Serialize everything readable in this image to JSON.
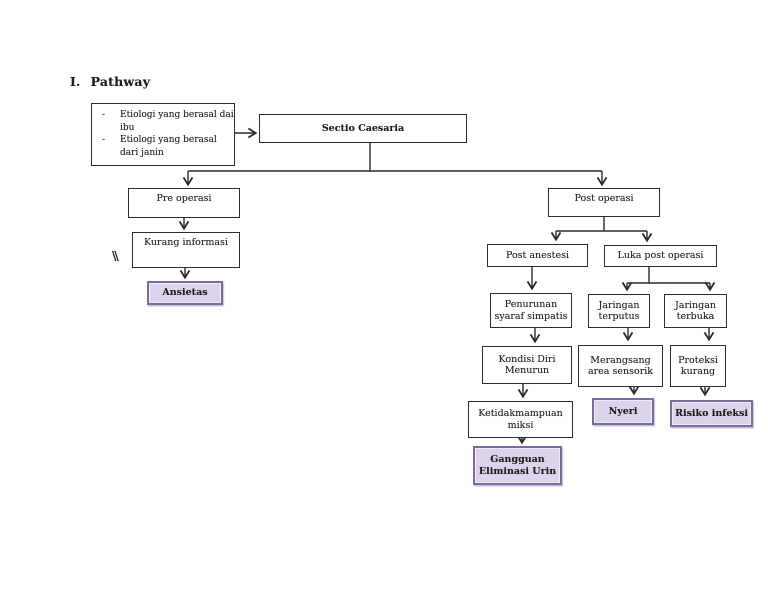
{
  "heading": {
    "numeral": "I.",
    "title": "Pathway"
  },
  "etiology": {
    "bullet": "-",
    "items": [
      {
        "lines": [
          "Etiologi yang berasal dai",
          "ibu"
        ]
      },
      {
        "lines": [
          "Etiologi yang berasal",
          "dari janin"
        ]
      }
    ]
  },
  "nodes": {
    "sectio": {
      "label": "Sectio Caesaria"
    },
    "pre_operasi": {
      "label": "Pre operasi"
    },
    "kurang_informasi": {
      "label": "Kurang informasi"
    },
    "ansietas": {
      "label": "Ansietas"
    },
    "post_operasi": {
      "label": "Post operasi"
    },
    "post_anestesi": {
      "label": "Post anestesi"
    },
    "luka_post_operasi": {
      "label": "Luka post operasi"
    },
    "penurunan": {
      "lines": [
        "Penurunan",
        "syaraf simpatis"
      ]
    },
    "jaringan_terputus": {
      "lines": [
        "Jaringan",
        "terputus"
      ]
    },
    "jaringan_terbuka": {
      "lines": [
        "Jaringan",
        "terbuka"
      ]
    },
    "kondisi": {
      "lines": [
        "Kondisi Diri",
        "Menurun"
      ]
    },
    "merangsang": {
      "lines": [
        "Merangsang",
        "area sensorik"
      ]
    },
    "proteksi": {
      "lines": [
        "Proteksi",
        "kurang"
      ]
    },
    "ketidakmampuan": {
      "lines": [
        "Ketidakmampuan",
        "miksi"
      ]
    },
    "nyeri": {
      "label": "Nyeri"
    },
    "risiko_infeksi": {
      "label": "Risiko infeksi"
    },
    "gangguan": {
      "lines": [
        "Gangguan",
        "Eliminasi Urin"
      ]
    }
  },
  "stray_mark": "\\\\",
  "colors": {
    "background": "#ffffff",
    "box_border": "#2d2d2d",
    "connector_line": "#2a2a2a",
    "highlight_fill": "#ddd3ea",
    "highlight_border": "#7d6b9e",
    "text": "#1c1c1c"
  }
}
